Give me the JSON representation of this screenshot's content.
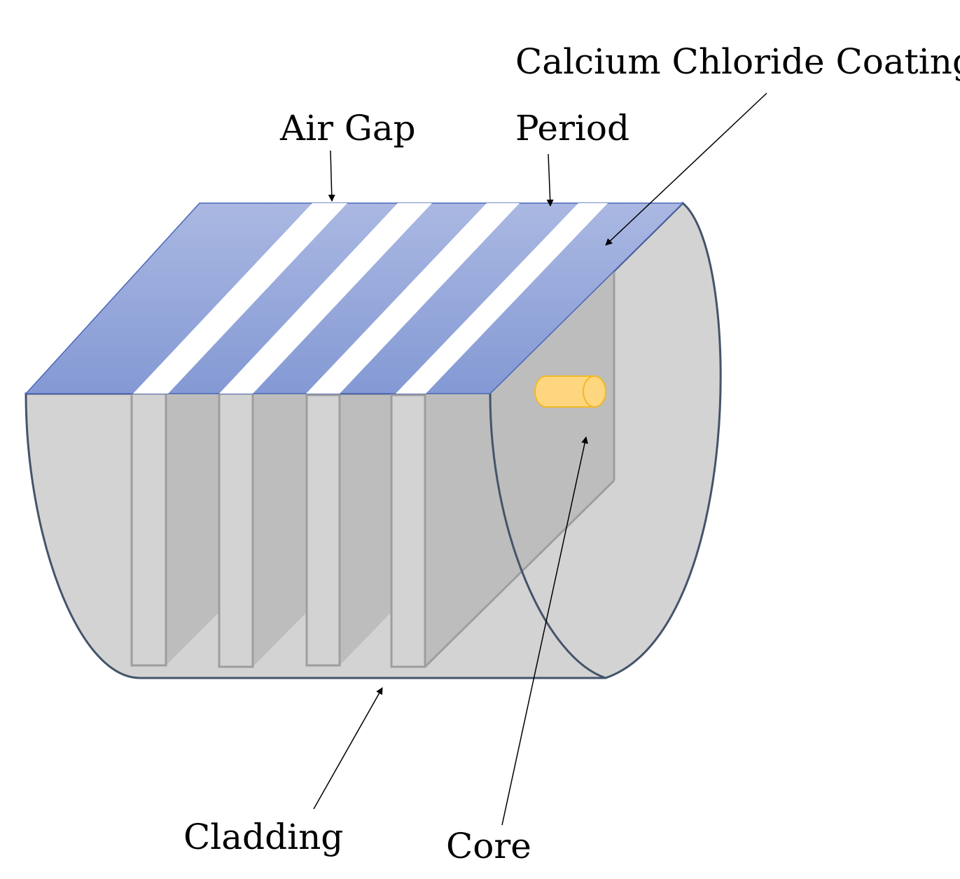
{
  "labels": {
    "coating": "Calcium Chloride Coating",
    "air_gap": "Air Gap",
    "period": "Period",
    "cladding": "Cladding",
    "core": "Core"
  },
  "colors": {
    "coating_top": "#aab8e2",
    "coating_bottom": "#8499d4",
    "cladding_fill": "#d3d3d3",
    "inner_wall": "#bdbdbd",
    "groove_outline": "#9e9e9e",
    "edge": "#44546a",
    "core_fill": "#fdd67f",
    "core_stroke": "#f2b927"
  }
}
